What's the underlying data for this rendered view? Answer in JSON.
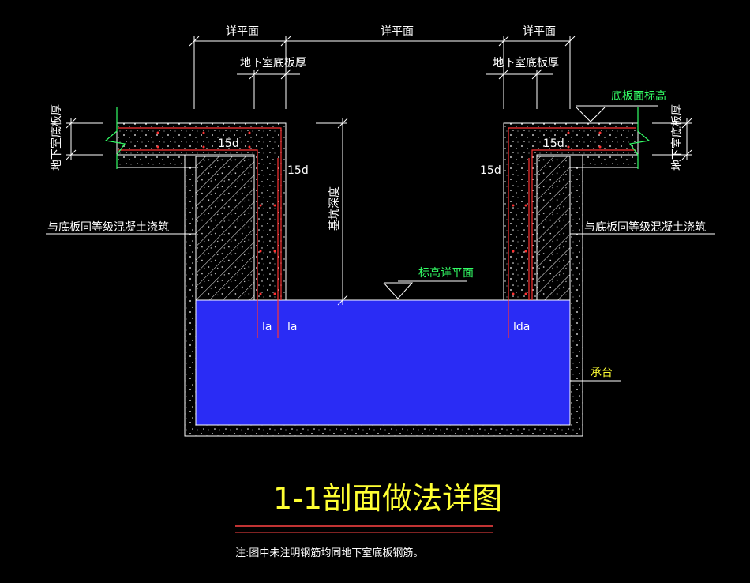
{
  "labels": {
    "detail_plan_left": "详平面",
    "detail_plan_mid": "详平面",
    "detail_plan_right": "详平面",
    "slab_thickness_left": "地下室底板厚",
    "slab_thickness_right": "地下室底板厚",
    "slab_top_elev": "底板面标高",
    "slab_thickness_side_left": "地下室底板厚",
    "slab_thickness_side_right": "地下室底板厚",
    "anchor_15d_top_left": "15d",
    "anchor_15d_top_right": "15d",
    "anchor_15d_side_left": "15d",
    "anchor_15d_side_right": "15d",
    "pit_depth": "基坑深度",
    "same_grade_left": "与底板同等级混凝土浇筑",
    "same_grade_right": "与底板同等级混凝土浇筑",
    "elev_detail_plan": "标高详平面",
    "la_1": "la",
    "la_2": "la",
    "lda": "lda",
    "pile_cap": "承台"
  },
  "title": "1-1剖面做法详图",
  "note": "注:图中未注明钢筋均同地下室底板钢筋。",
  "colors": {
    "background": "#000000",
    "pile_cap_fill": "#2a2cf5",
    "rebar": "#ff3333",
    "dimension": "#ffffff",
    "green_text": "#33ff66",
    "yellow_text": "#ffff33",
    "title_underline": "#ff4444"
  }
}
